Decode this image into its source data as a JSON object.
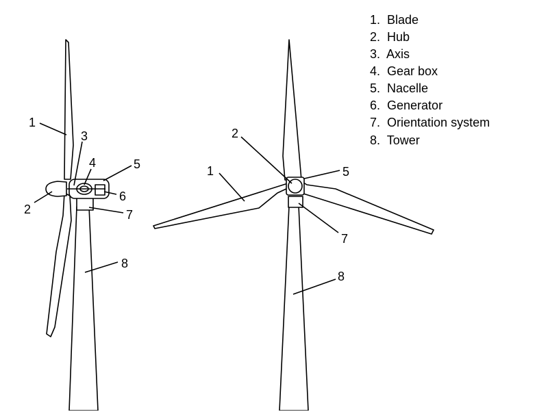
{
  "legend": [
    "1.  Blade",
    "2.  Hub",
    "3.  Axis",
    "4.  Gear box",
    "5.  Nacelle",
    "6.  Generator",
    "7.  Orientation system",
    "8.  Tower"
  ],
  "side_view": {
    "callouts": {
      "blade": "1",
      "hub": "2",
      "axis": "3",
      "gear_box": "4",
      "nacelle": "5",
      "generator": "6",
      "orientation_system": "7",
      "tower": "8"
    }
  },
  "front_view": {
    "callouts": {
      "blade": "1",
      "hub": "2",
      "nacelle": "5",
      "orientation_system": "7",
      "tower": "8"
    }
  }
}
